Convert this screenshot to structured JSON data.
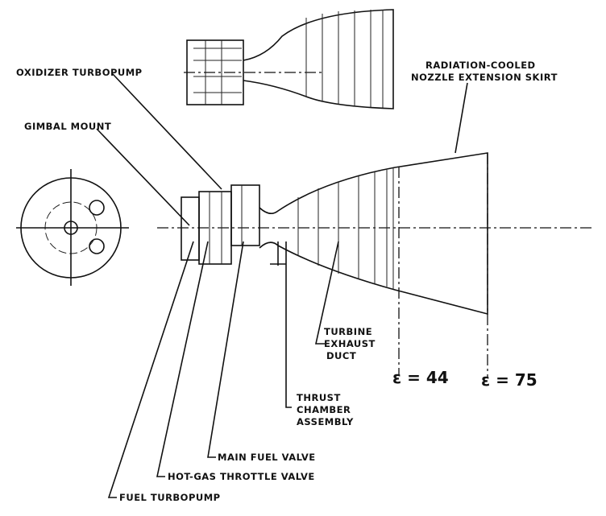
{
  "labels": {
    "oxidizer_turbopump": "OXIDIZER TURBOPUMP",
    "gimbal_mount": "GIMBAL MOUNT",
    "nozzle_skirt_line1": "RADIATION-COOLED",
    "nozzle_skirt_line2": "NOZZLE EXTENSION SKIRT",
    "turbine_line1": "TURBINE",
    "turbine_line2": "EXHAUST",
    "turbine_line3": "DUCT",
    "eps44": "ε = 44",
    "eps75": "ε = 75",
    "thrust_line1": "THRUST",
    "thrust_line2": "CHAMBER",
    "thrust_line3": "ASSEMBLY",
    "main_fuel_valve": "MAIN FUEL VALVE",
    "hot_gas_throttle_valve": "HOT-GAS THROTTLE VALVE",
    "fuel_turbopump": "FUEL TURBOPUMP"
  }
}
